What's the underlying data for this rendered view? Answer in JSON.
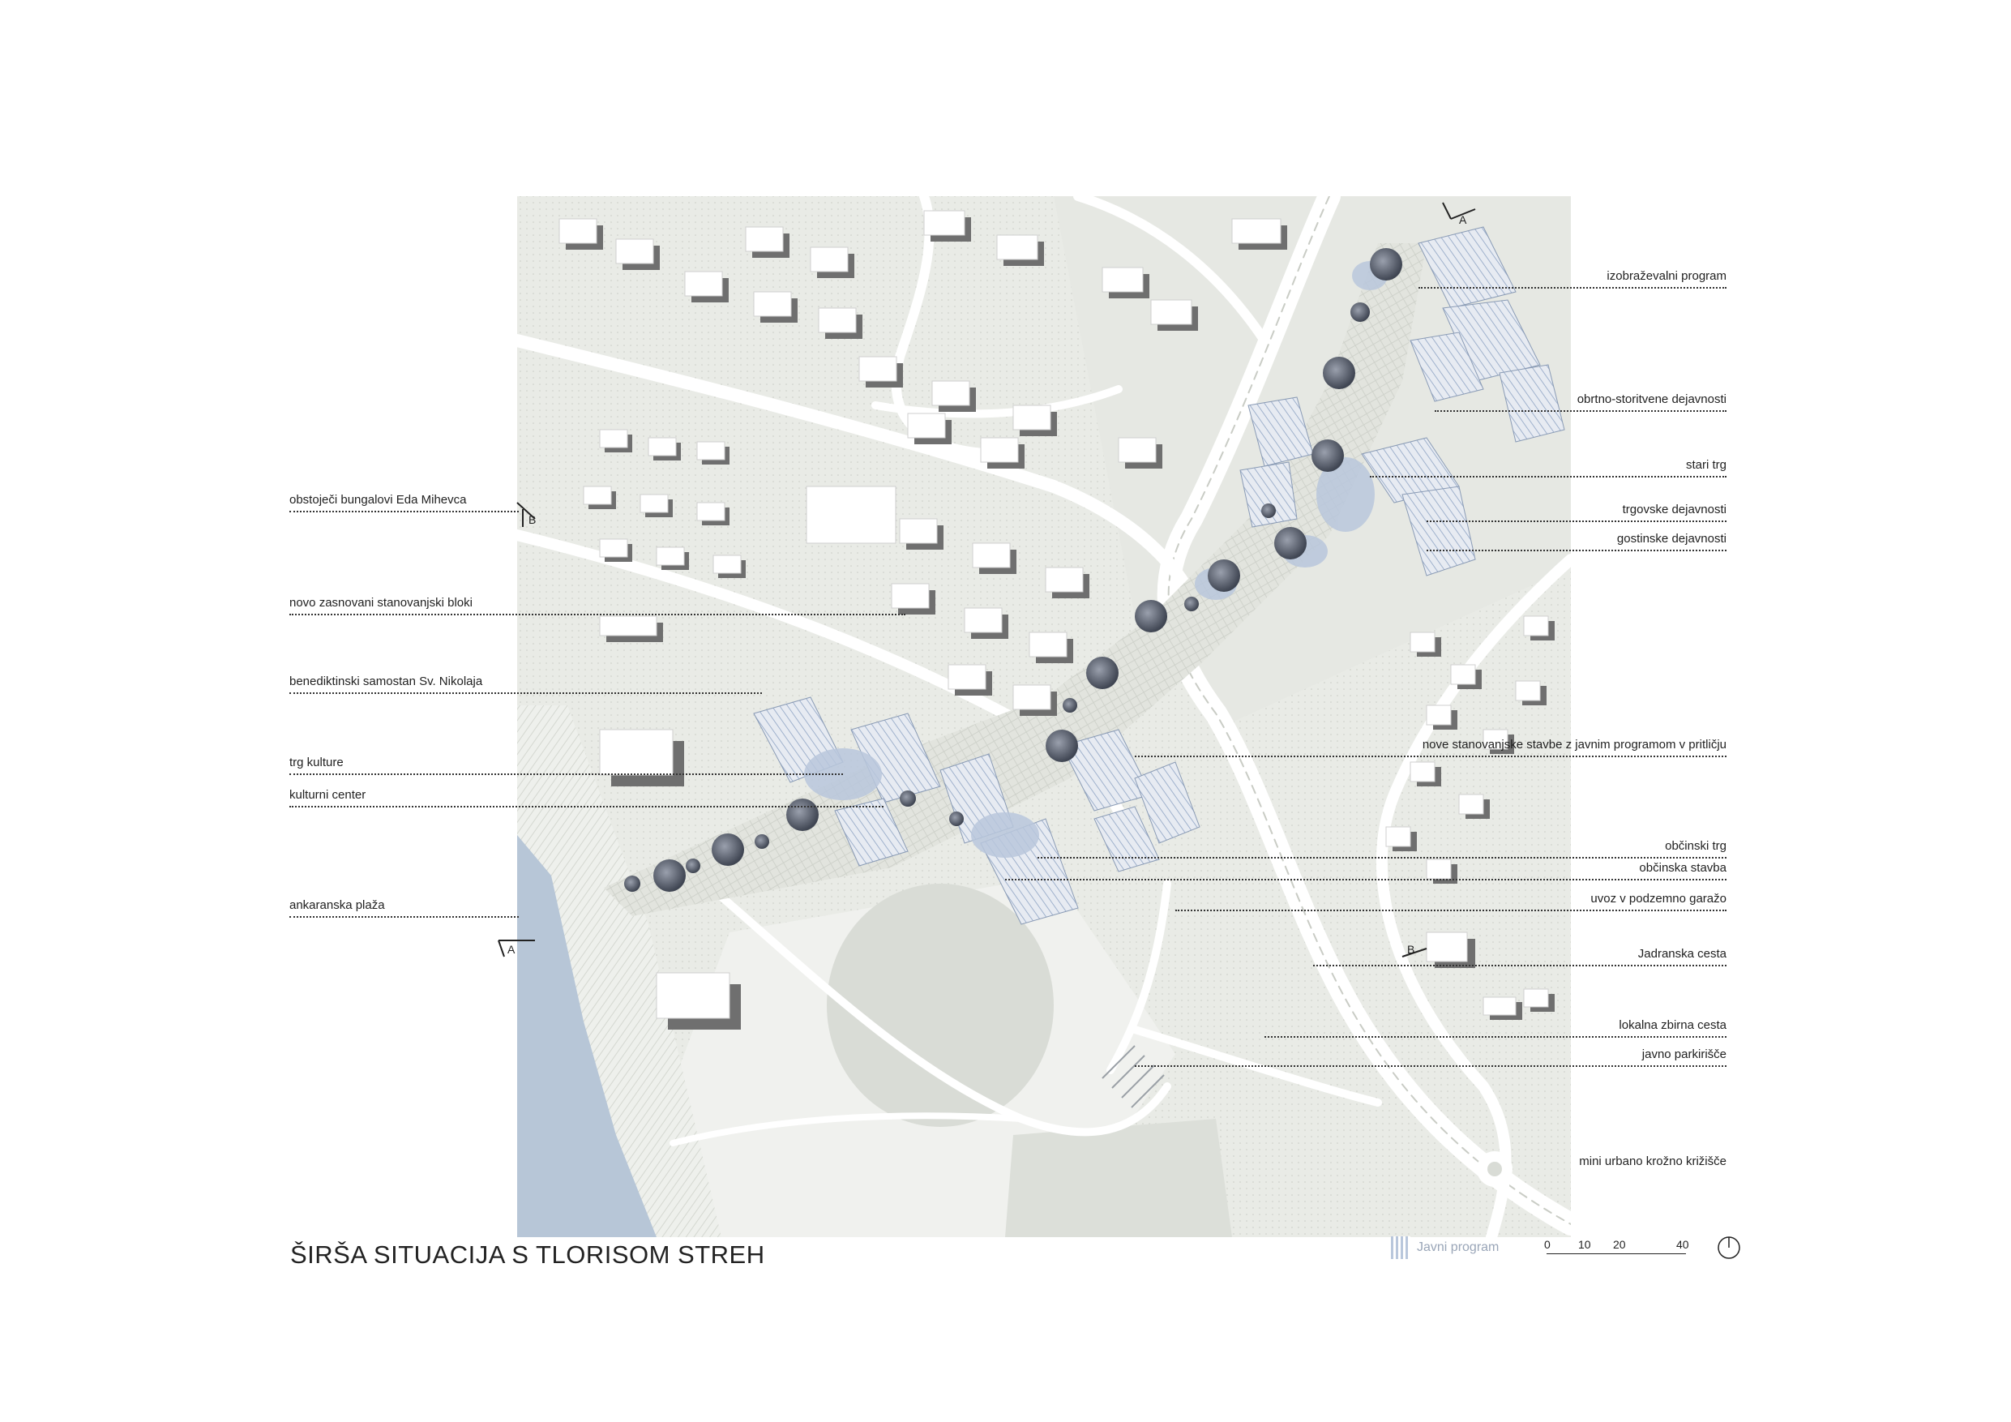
{
  "title": "ŠIRŠA SITUACIJA S TLORISOM STREH",
  "legend": {
    "label": "Javni program",
    "swatch_color": "#b9c7dc"
  },
  "scale_bar": {
    "ticks": [
      "0",
      "10",
      "20",
      "40"
    ]
  },
  "section_markers": {
    "a": "A",
    "b": "B"
  },
  "colors": {
    "terrain": "#eceeea",
    "terrain_dark": "#d9dcd6",
    "water": "#b7c6d7",
    "public_program": "#b9c7dc",
    "road": "#ffffff",
    "shadow": "#6f6f6f",
    "tree": "#5b6170"
  },
  "left_labels": [
    "obstoječi bungalovi Eda Mihevca",
    "novo zasnovani stanovanjski bloki",
    "benediktinski samostan Sv. Nikolaja",
    "trg kulture",
    "kulturni center",
    "ankaranska plaža"
  ],
  "right_labels": [
    "izobraževalni program",
    "obrtno-storitvene dejavnosti",
    "stari trg",
    "trgovske dejavnosti",
    "gostinske dejavnosti",
    "nove stanovanjske stavbe z javnim programom v pritličju",
    "občinski trg",
    "občinska stavba",
    "uvoz v podzemno garažo",
    "Jadranska cesta",
    "lokalna  zbirna cesta",
    "javno parkirišče",
    "mini urbano krožno križišče"
  ],
  "icons": {
    "north": "north-arrow-icon"
  }
}
